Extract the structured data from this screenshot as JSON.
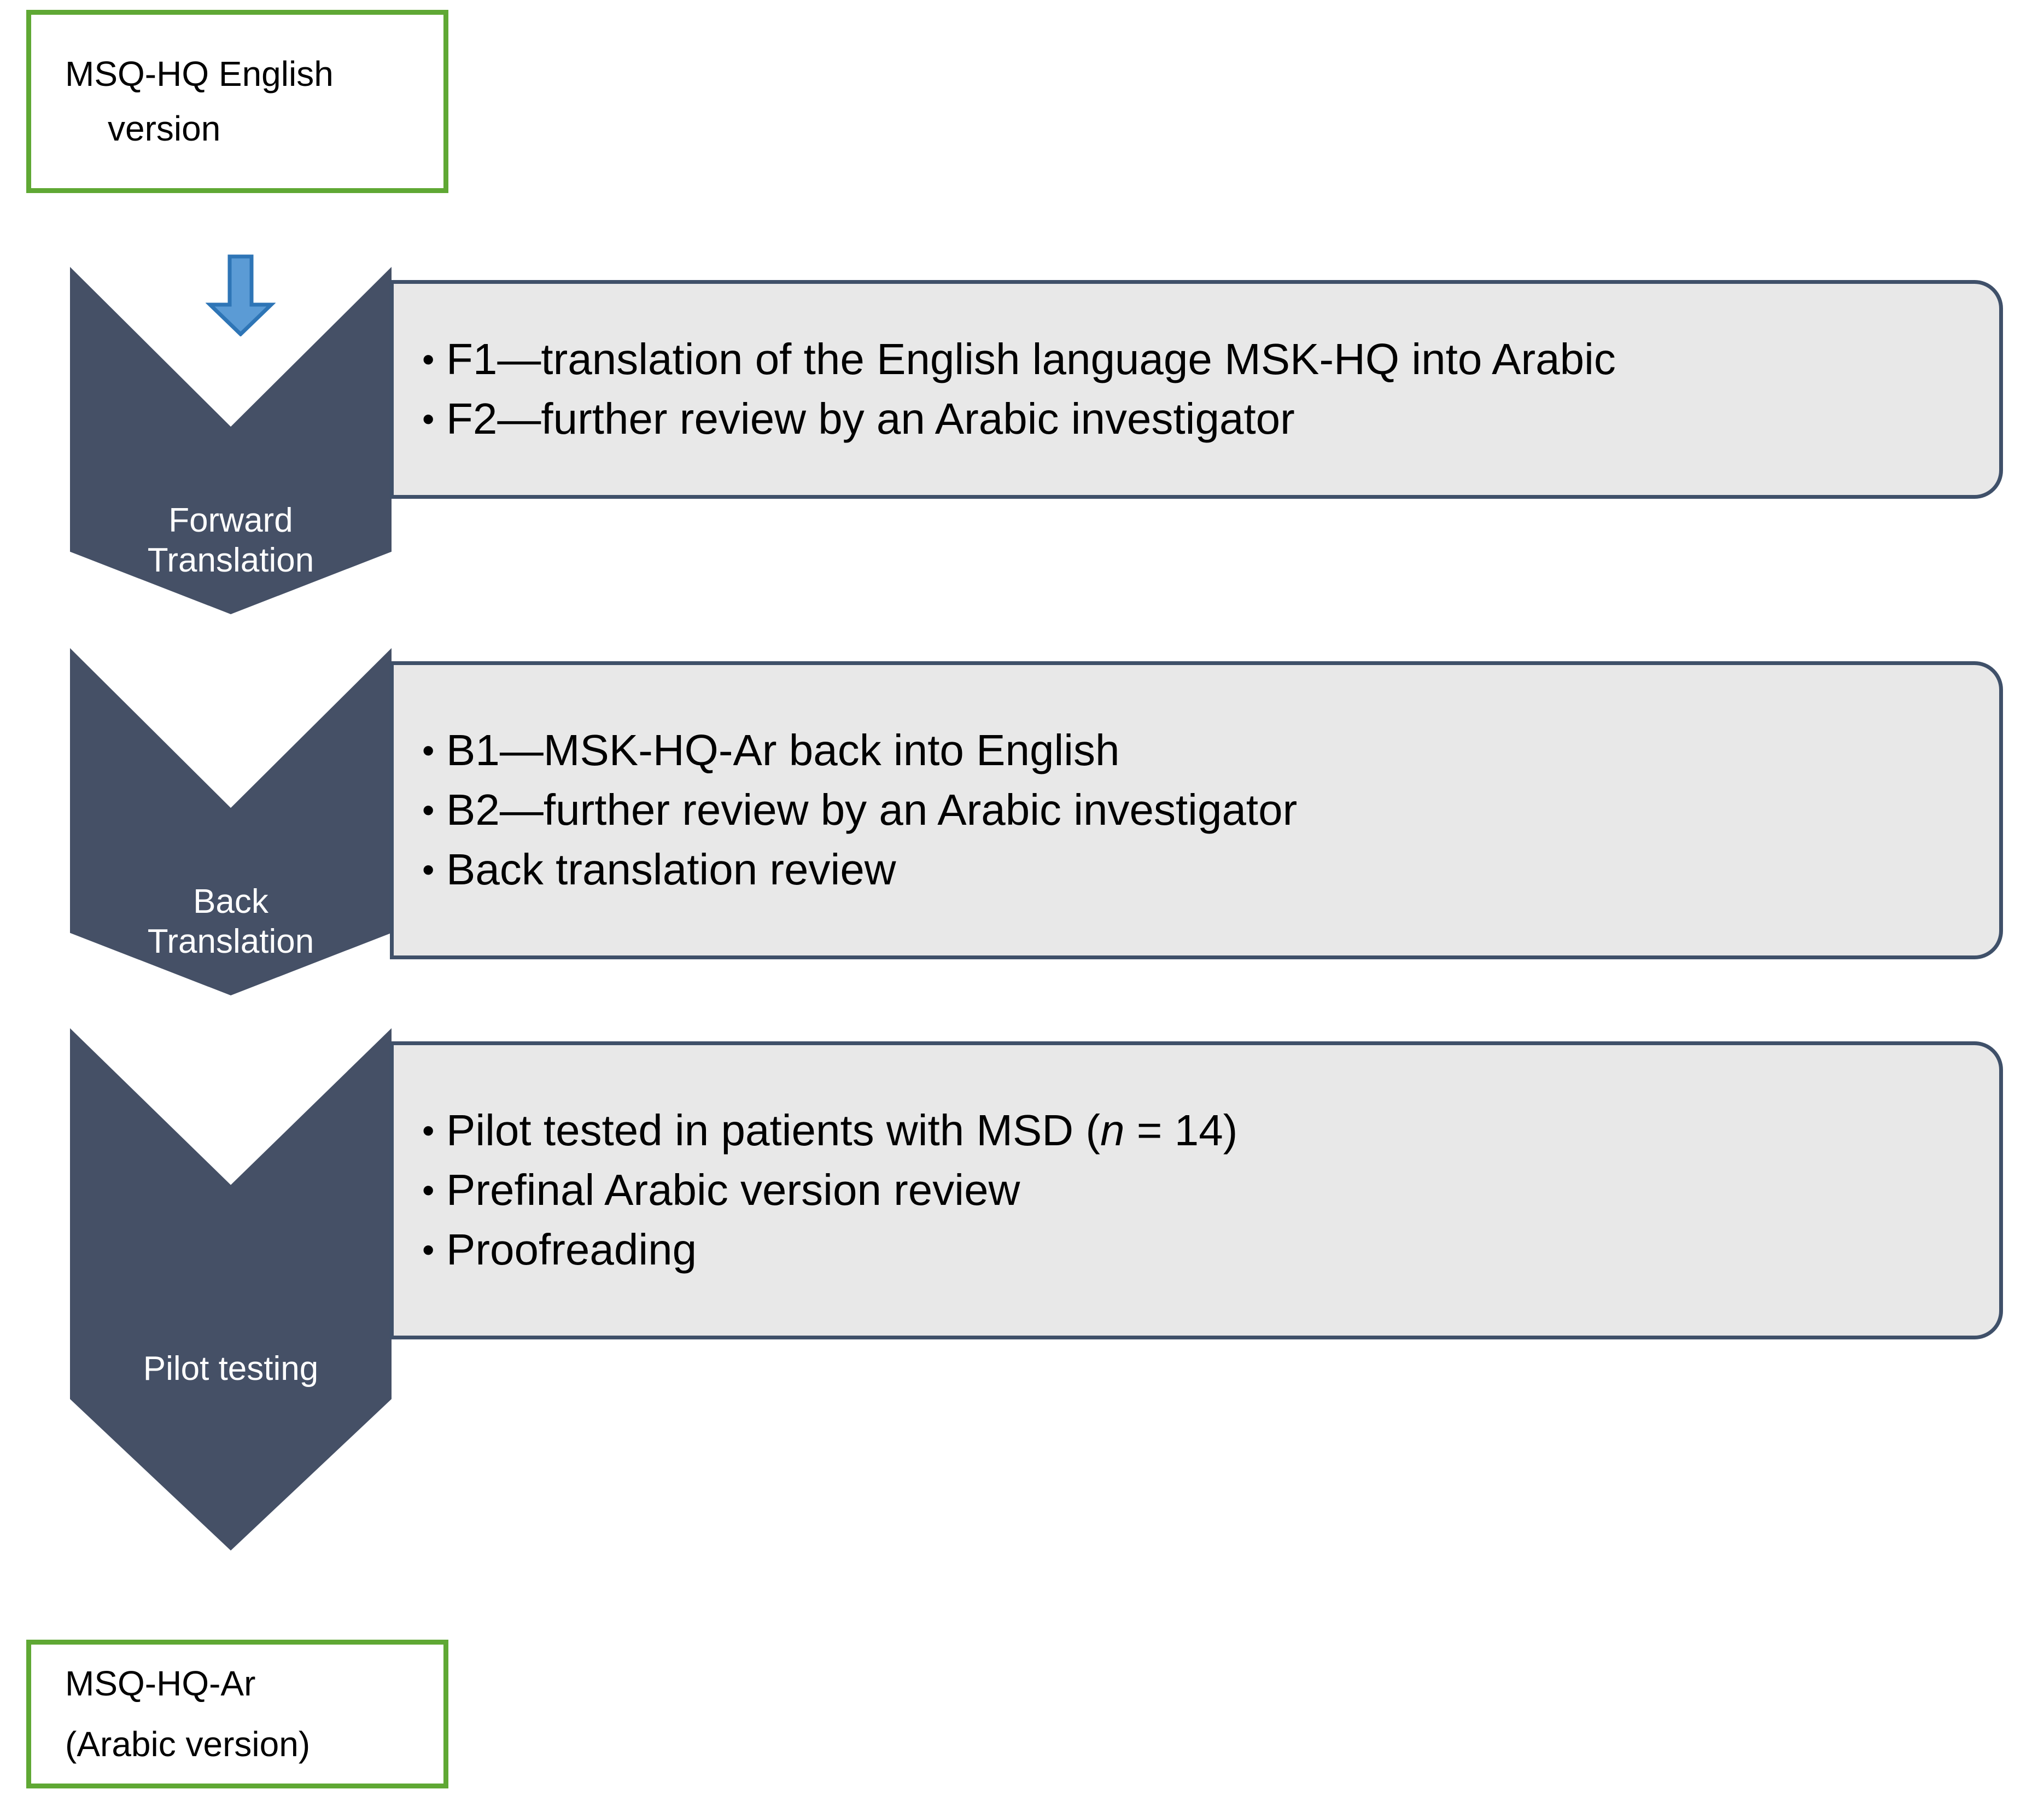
{
  "diagram": {
    "title": "MSK-HQ Arabic translation process flowchart",
    "colors": {
      "chevron_fill": "#455066",
      "content_box_fill": "#e8e8e8",
      "content_box_border": "#3f5069",
      "terminal_border_green": "#5FA834",
      "arrow_fill": "#5B9BD5",
      "arrow_outline": "#2E75B6",
      "text_on_chevron": "#ffffff",
      "text_body": "#000000"
    },
    "start_box": {
      "line1": "MSQ-HQ English",
      "line2": "version"
    },
    "end_box": {
      "line1": "MSQ-HQ-Ar",
      "line2": "(Arabic version)"
    },
    "bullet_glyph": "•",
    "stages": [
      {
        "label_line1": "Forward",
        "label_line2": "Translation",
        "bullets": [
          {
            "pre": "F1—translation of the English language MSK-HQ into Arabic",
            "em": "",
            "post": ""
          },
          {
            "pre": "F2—further review by an Arabic investigator",
            "em": "",
            "post": ""
          }
        ]
      },
      {
        "label_line1": "Back",
        "label_line2": "Translation",
        "bullets": [
          {
            "pre": "B1—MSK-HQ-Ar back into English",
            "em": "",
            "post": ""
          },
          {
            "pre": "B2—further review by an Arabic investigator",
            "em": "",
            "post": ""
          },
          {
            "pre": "Back translation review",
            "em": "",
            "post": ""
          }
        ]
      },
      {
        "label_line1": "Pilot testing",
        "label_line2": "",
        "bullets": [
          {
            "pre": "Pilot tested in patients with MSD (",
            "em": "n",
            "post": " = 14)"
          },
          {
            "pre": "Prefinal Arabic version review",
            "em": "",
            "post": ""
          },
          {
            "pre": "Proofreading",
            "em": "",
            "post": ""
          }
        ]
      }
    ]
  }
}
